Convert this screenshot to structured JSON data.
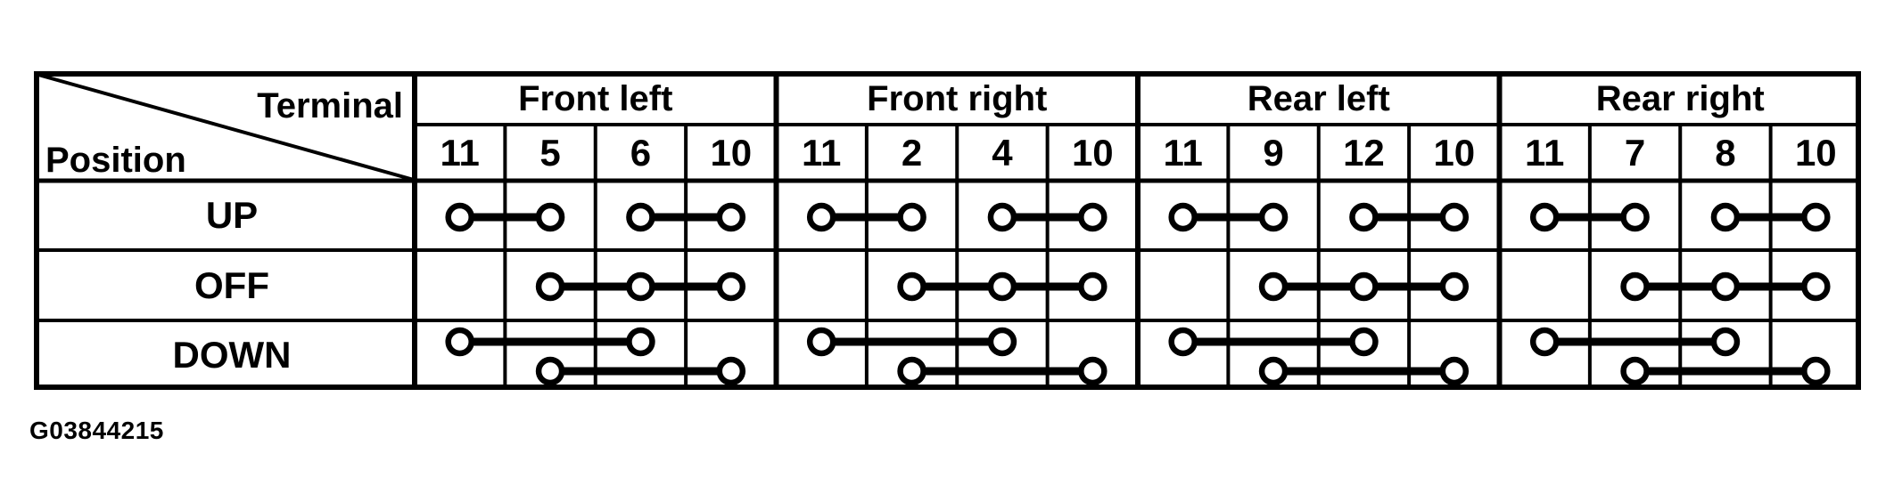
{
  "figure_id": "G03844215",
  "colors": {
    "ink": "#000000",
    "paper": "#ffffff"
  },
  "table": {
    "corner": {
      "terminal_label": "Terminal",
      "position_label": "Position"
    },
    "groups": [
      {
        "label": "Front left",
        "terminals": [
          "11",
          "5",
          "6",
          "10"
        ]
      },
      {
        "label": "Front right",
        "terminals": [
          "11",
          "2",
          "4",
          "10"
        ]
      },
      {
        "label": "Rear left",
        "terminals": [
          "11",
          "9",
          "12",
          "10"
        ]
      },
      {
        "label": "Rear right",
        "terminals": [
          "11",
          "7",
          "8",
          "10"
        ]
      }
    ],
    "rows": [
      {
        "label": "UP",
        "links": [
          {
            "cells": [
              0,
              1
            ]
          },
          {
            "cells": [
              2,
              3
            ]
          }
        ]
      },
      {
        "label": "OFF",
        "links": [
          {
            "cells": [
              1,
              2,
              3
            ]
          }
        ]
      },
      {
        "label": "DOWN",
        "links": [
          {
            "cells": [
              0,
              2
            ],
            "offset": "upper"
          },
          {
            "cells": [
              1,
              3
            ],
            "offset": "lower"
          }
        ]
      }
    ]
  }
}
